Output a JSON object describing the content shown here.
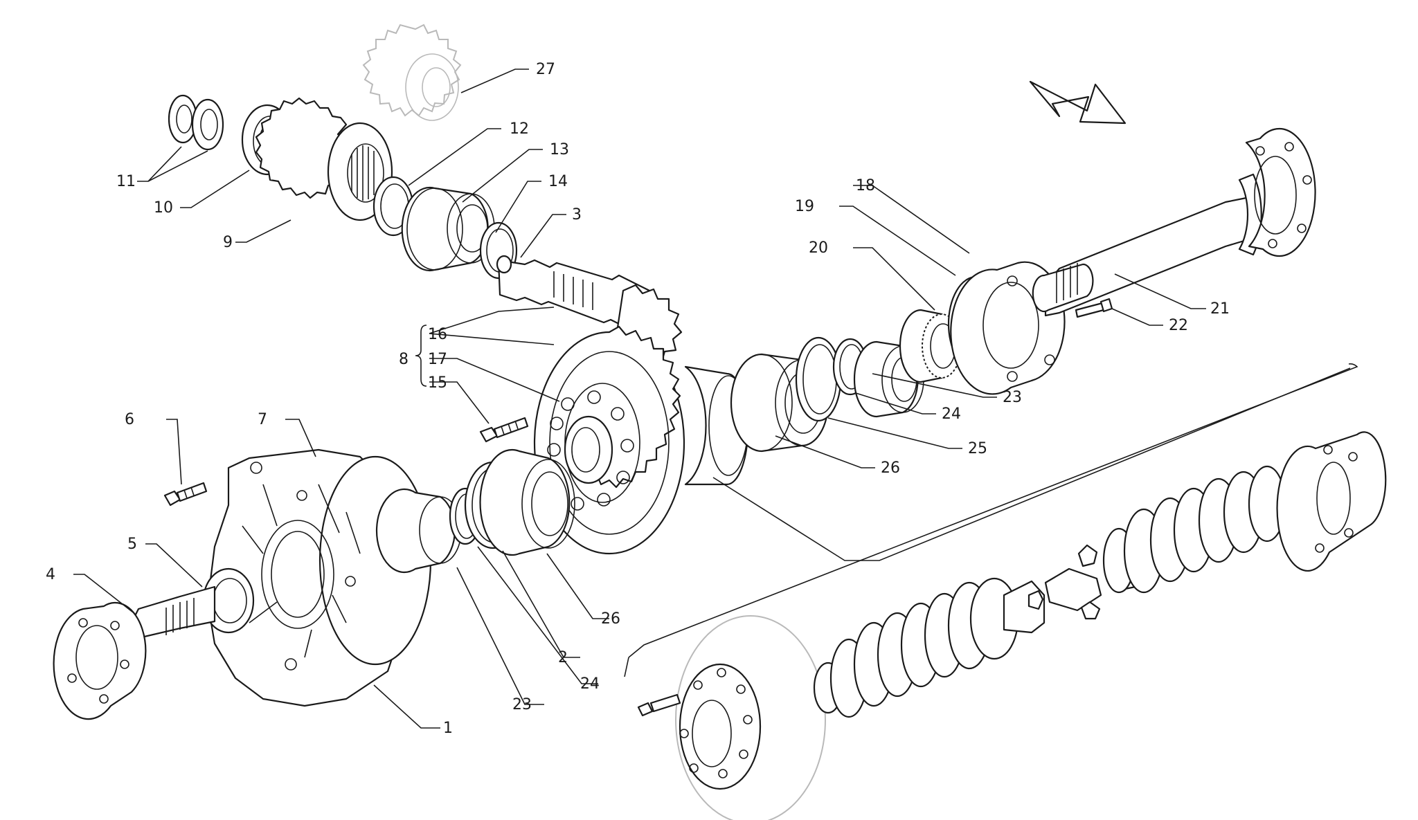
{
  "callouts": {
    "c1": "1",
    "c2": "2",
    "c3": "3",
    "c4": "4",
    "c5": "5",
    "c6": "6",
    "c7": "7",
    "c8": "8",
    "c9": "9",
    "c10": "10",
    "c11": "11",
    "c12": "12",
    "c13": "13",
    "c14": "14",
    "c15": "15",
    "c16": "16",
    "c17": "17",
    "c18": "18",
    "c19": "19",
    "c20": "20",
    "c21": "21",
    "c22": "22",
    "c23a": "23",
    "c23b": "23",
    "c24a": "24",
    "c24b": "24",
    "c25": "25",
    "c26a": "26",
    "c26b": "26",
    "c27": "27"
  },
  "icons": {
    "direction": "arrow-icon"
  },
  "colors": {
    "line": "#1a1a1a",
    "ghost": "#b9b9b9",
    "background": "#ffffff"
  }
}
